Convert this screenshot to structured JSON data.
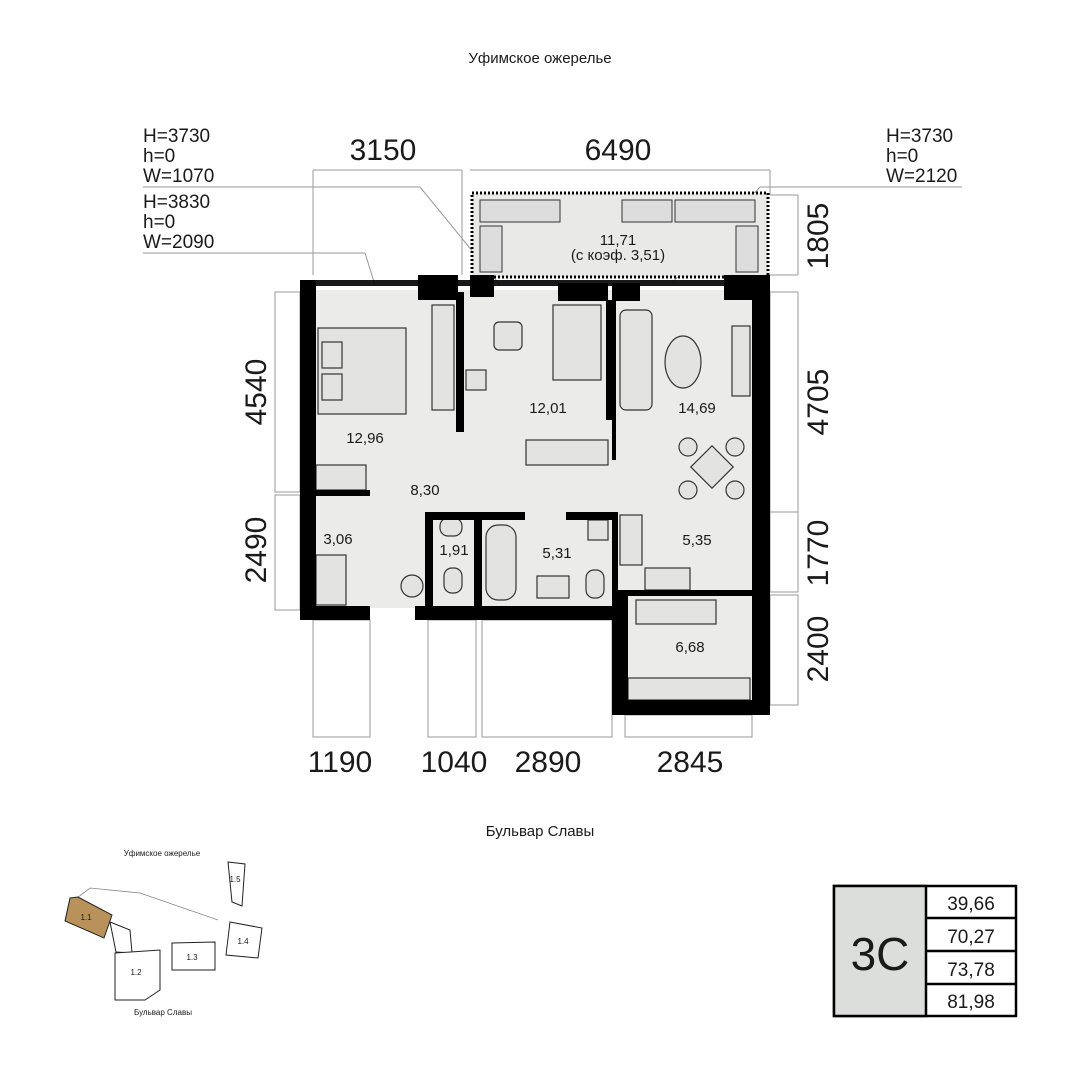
{
  "header": {
    "street_top": "Уфимское ожерелье",
    "street_bottom": "Бульвар Славы"
  },
  "window_specs": {
    "left_1": [
      "H=3730",
      "h=0",
      "W=1070"
    ],
    "left_2": [
      "H=3830",
      "h=0",
      "W=2090"
    ],
    "right_1": [
      "H=3730",
      "h=0",
      "W=2120"
    ]
  },
  "dimensions": {
    "top": [
      "3150",
      "6490"
    ],
    "right": [
      "1805",
      "4705",
      "1770",
      "2400"
    ],
    "left": [
      "4540",
      "2490"
    ],
    "bottom": [
      "1190",
      "1040",
      "2890",
      "2845"
    ]
  },
  "rooms": {
    "balcony": {
      "area": "11,71",
      "note": "(с коэф. 3,51)"
    },
    "bedroom": "12,96",
    "room": "12,01",
    "living": "14,69",
    "hall": "8,30",
    "wardrobe": "3,06",
    "wc": "1,91",
    "bath": "5,31",
    "kitchen": "5,35",
    "storage": "6,68"
  },
  "minimap": {
    "street_top": "Уфимское ожерелье",
    "street_bottom": "Бульвар Славы",
    "sections": [
      "1.1",
      "1.2",
      "1.3",
      "1.4",
      "1.5"
    ],
    "highlight_color": "#b8925a"
  },
  "summary": {
    "type": "3С",
    "areas": [
      "39,66",
      "70,27",
      "73,78",
      "81,98"
    ]
  }
}
